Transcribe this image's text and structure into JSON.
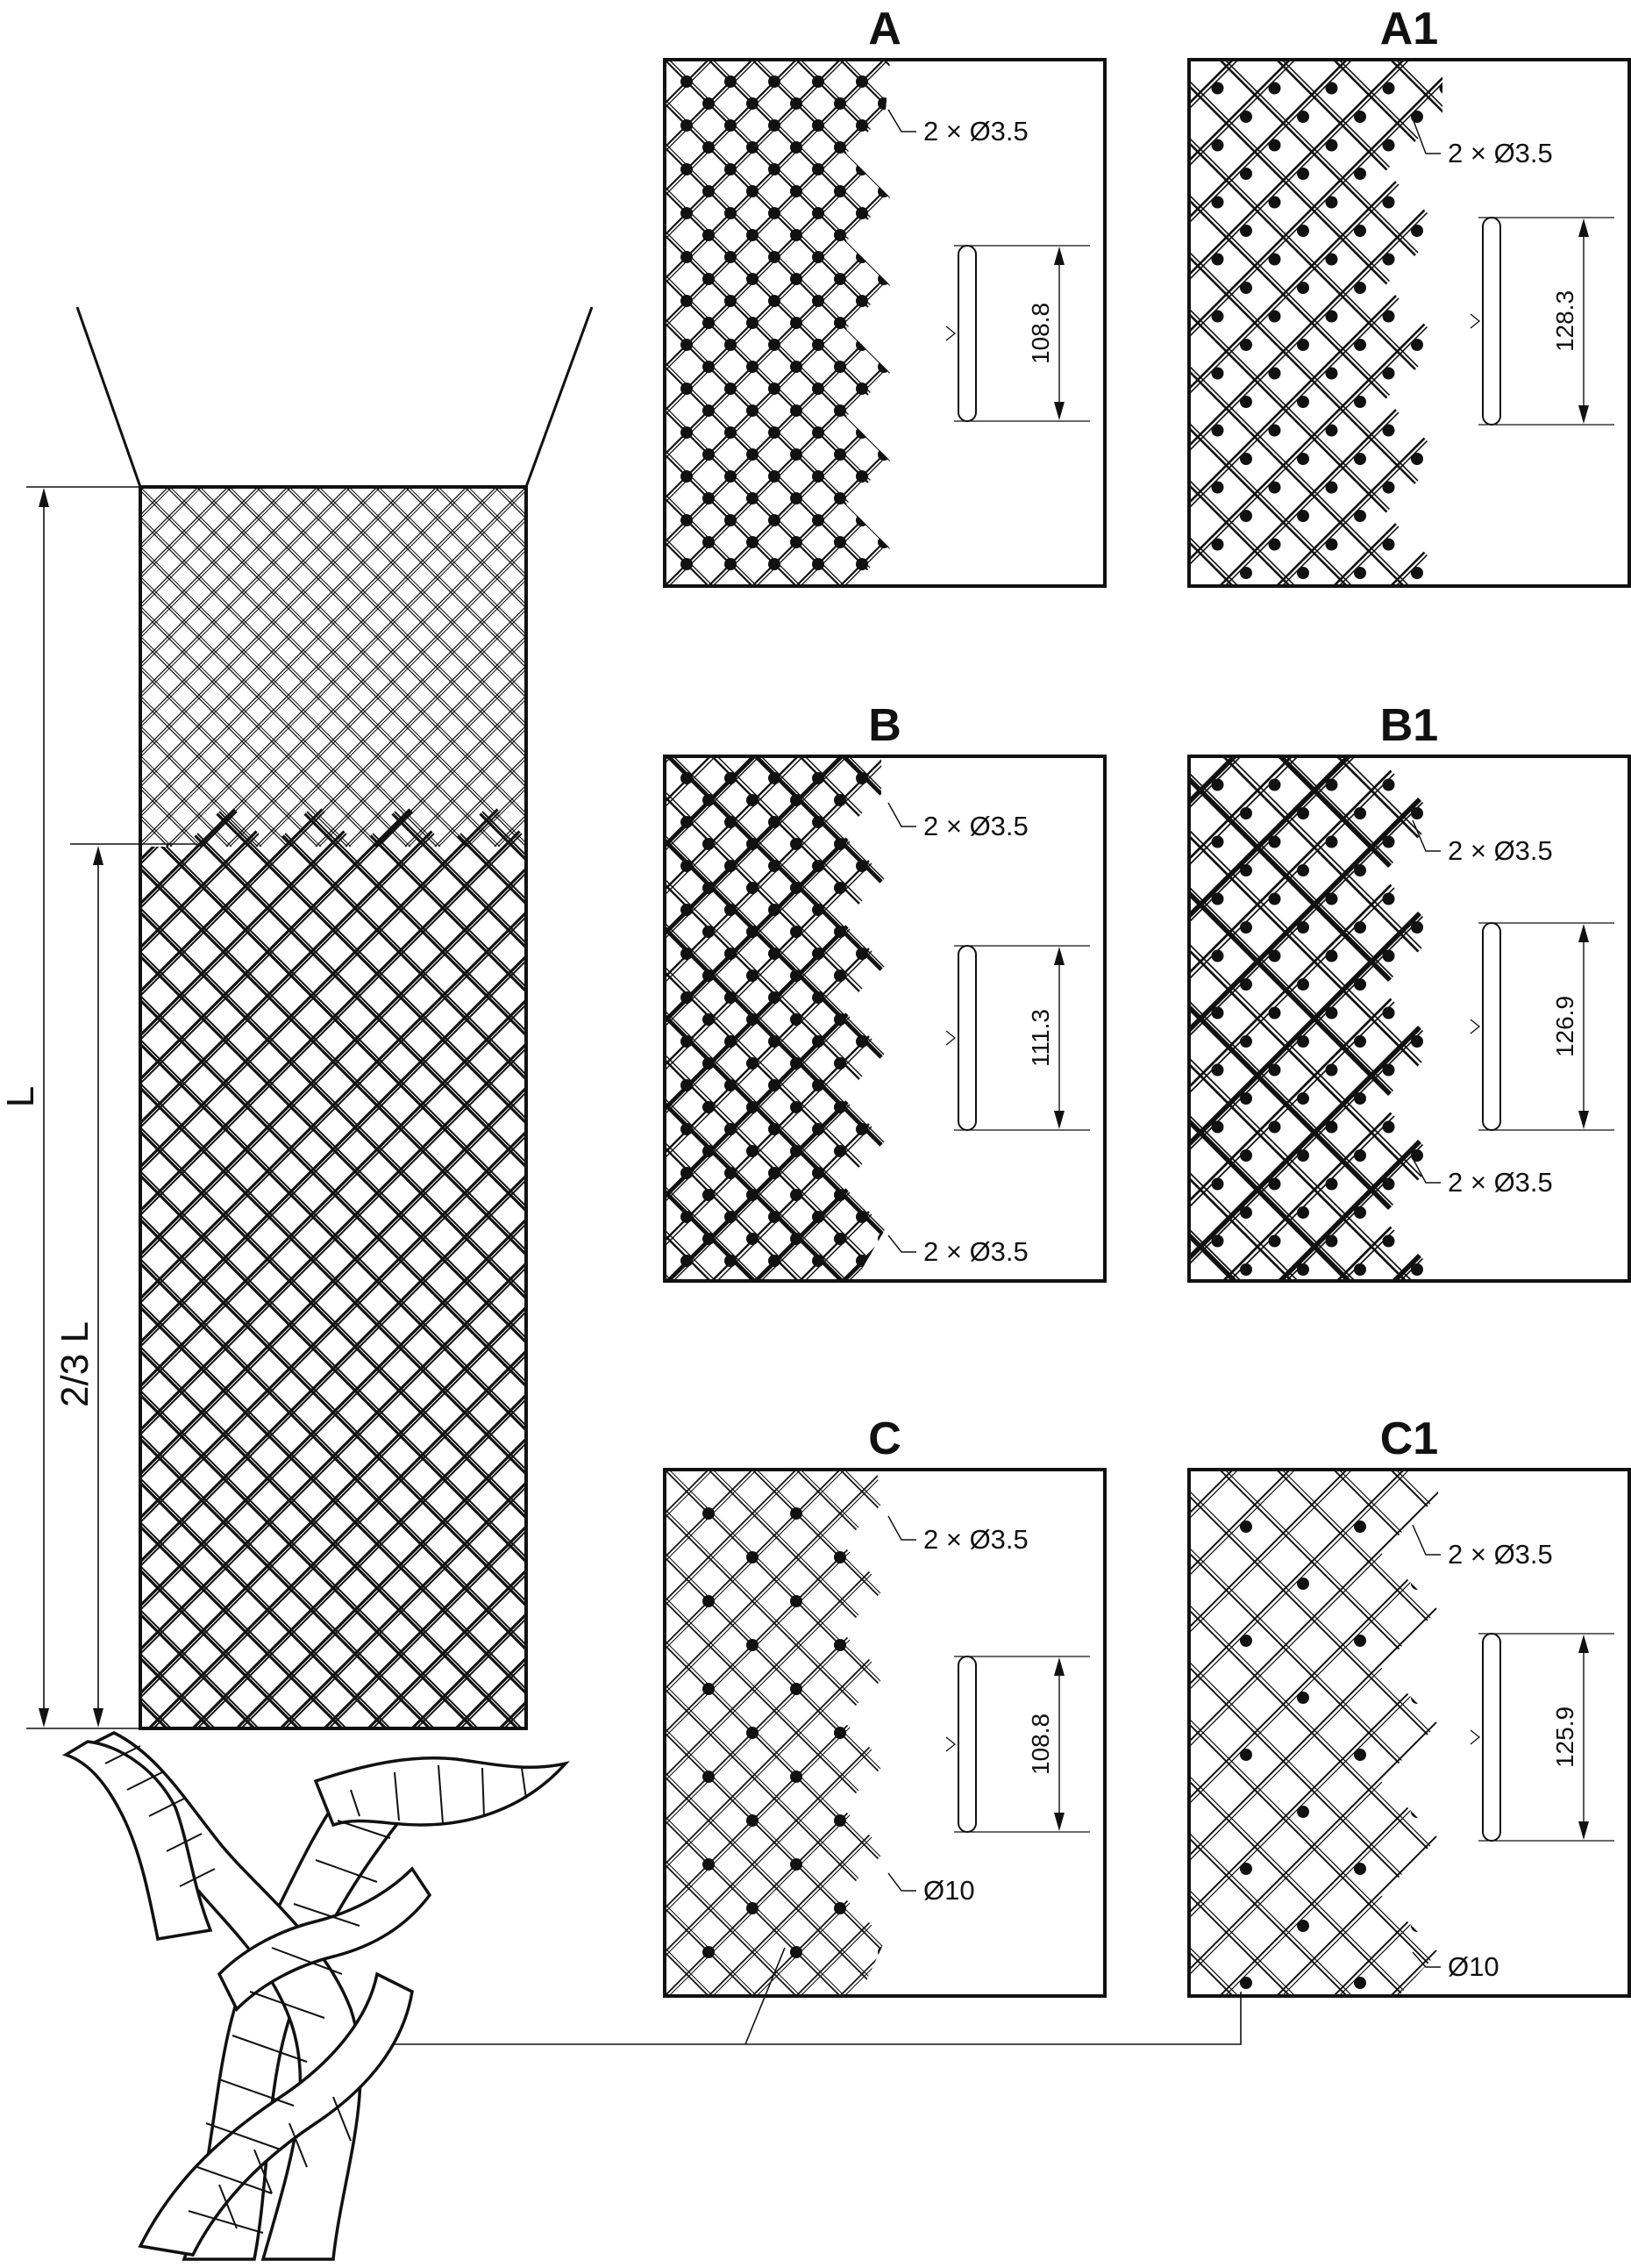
{
  "figure": {
    "length_label": "L",
    "partial_length_label": "2/3 L"
  },
  "panels": [
    {
      "id": "A",
      "title": "A",
      "callouts": [
        "2 × Ø3.5"
      ],
      "dimension": "108.8"
    },
    {
      "id": "A1",
      "title": "A1",
      "callouts": [
        "2 × Ø3.5"
      ],
      "dimension": "128.3"
    },
    {
      "id": "B",
      "title": "B",
      "callouts": [
        "2 × Ø3.5",
        "2 × Ø3.5"
      ],
      "dimension": "111.3"
    },
    {
      "id": "B1",
      "title": "B1",
      "callouts": [
        "2 × Ø3.5",
        "2 × Ø3.5"
      ],
      "dimension": "126.9"
    },
    {
      "id": "C",
      "title": "C",
      "callouts": [
        "2 × Ø3.5",
        "Ø10"
      ],
      "dimension": "108.8"
    },
    {
      "id": "C1",
      "title": "C1",
      "callouts": [
        "2 × Ø3.5",
        "Ø10"
      ],
      "dimension": "125.9"
    }
  ]
}
